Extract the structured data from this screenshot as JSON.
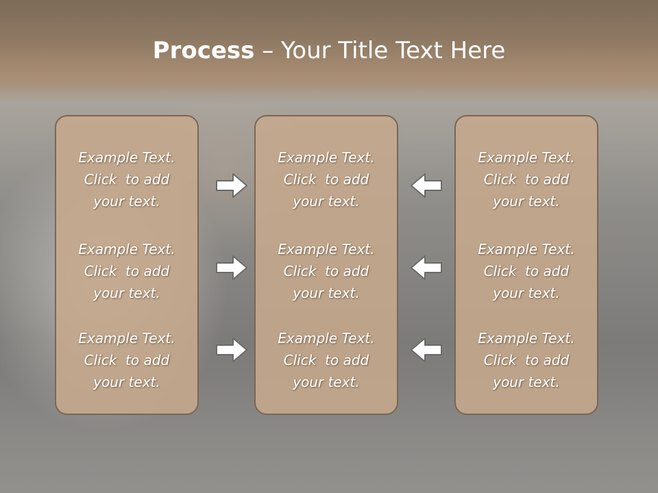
{
  "slide": {
    "title_bold": "Process",
    "title_dash": " – ",
    "title_rest": "Your Title Text Here"
  },
  "columns": [
    {
      "items": [
        {
          "line1": "Example Text.",
          "line2": "Click  to add",
          "line3": "your text."
        },
        {
          "line1": "Example Text.",
          "line2": "Click  to add",
          "line3": "your text."
        },
        {
          "line1": "Example Text.",
          "line2": "Click  to add",
          "line3": "your text."
        }
      ]
    },
    {
      "items": [
        {
          "line1": "Example Text.",
          "line2": "Click  to add",
          "line3": "your text."
        },
        {
          "line1": "Example Text.",
          "line2": "Click  to add",
          "line3": "your text."
        },
        {
          "line1": "Example Text.",
          "line2": "Click  to add",
          "line3": "your text."
        }
      ]
    },
    {
      "items": [
        {
          "line1": "Example Text.",
          "line2": "Click  to add",
          "line3": "your text."
        },
        {
          "line1": "Example Text.",
          "line2": "Click  to add",
          "line3": "your text."
        },
        {
          "line1": "Example Text.",
          "line2": "Click  to add",
          "line3": "your text."
        }
      ]
    }
  ],
  "arrows": {
    "left_group": "arrow-right-icon",
    "right_group": "arrow-left-icon",
    "fill": "#ffffff",
    "stroke": "#6a6a6a"
  },
  "colors": {
    "box_fill": "#c5a88c",
    "box_border": "#7b6654",
    "header": "#8f7a64"
  }
}
